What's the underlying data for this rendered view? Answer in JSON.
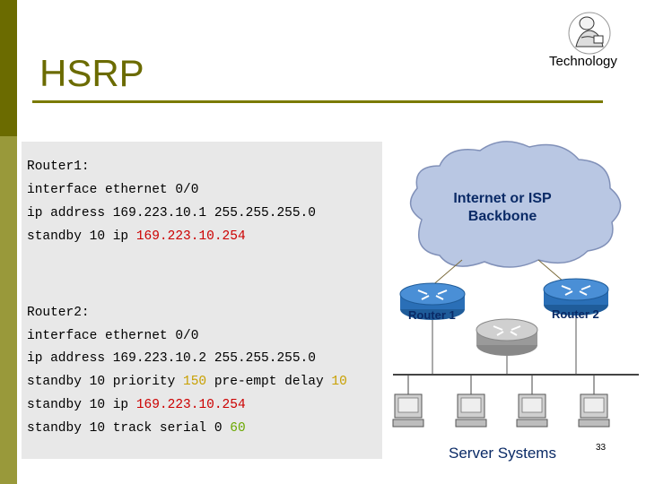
{
  "slide": {
    "title": "HSRP",
    "brand": "Technology",
    "page_number": "33"
  },
  "code": {
    "router1_header": "Router1:",
    "router1_iface": "interface ethernet 0/0",
    "router1_ip": "ip address 169.223.10.1 255.255.255.0",
    "router1_standby_prefix": "standby 10 ip ",
    "router1_standby_ip": "169.223.10.254",
    "router2_header": "Router2:",
    "router2_iface": "interface ethernet 0/0",
    "router2_ip": "ip address 169.223.10.2 255.255.255.0",
    "router2_priority_prefix": "standby 10 priority ",
    "router2_priority_value": "150",
    "router2_preempt_text": " pre-empt delay ",
    "router2_preempt_value": "10",
    "router2_standby_prefix": "standby 10 ip ",
    "router2_standby_ip": "169.223.10.254",
    "router2_track_prefix": "standby 10 track serial 0 ",
    "router2_track_value": "60"
  },
  "diagram": {
    "cloud_label_line1": "Internet or ISP",
    "cloud_label_line2": "Backbone",
    "router1_label": "Router 1",
    "router2_label": "Router 2",
    "servers_label": "Server Systems"
  },
  "colors": {
    "sidebar_dark": "#6b6b00",
    "sidebar_light": "#99993a",
    "title": "#6b6b00",
    "highlight_ip": "#cc0000",
    "highlight_number": "#c8a000",
    "highlight_track": "#6aa800",
    "diagram_text": "#0a2a66",
    "cloud_fill": "#b9c7e3",
    "router_fill": "#2a6fb7"
  },
  "icons": [
    "logo-icon",
    "cloud-icon",
    "router-icon",
    "switch-icon",
    "workstation-icon"
  ]
}
